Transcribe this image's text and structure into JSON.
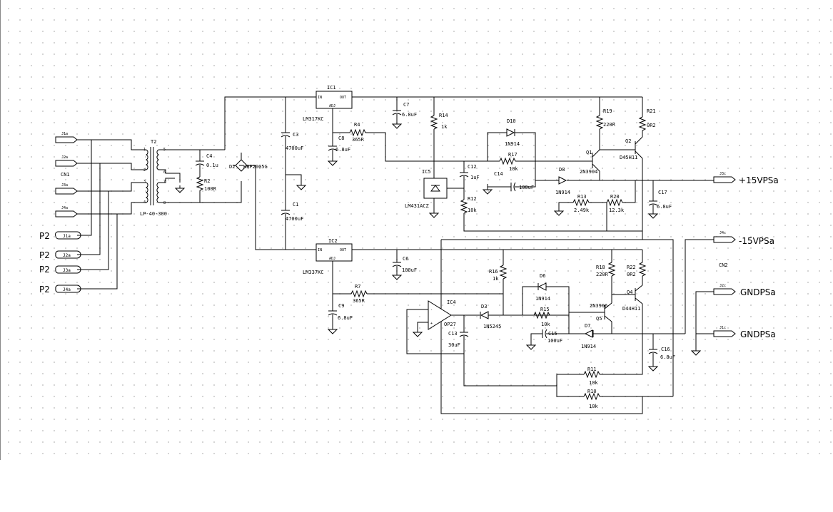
{
  "connectors_left": {
    "cn_label": "CN1",
    "pins": [
      "J1a",
      "J2a",
      "J3a",
      "J4a"
    ],
    "p2_labels": [
      "P2",
      "P2",
      "P2",
      "P2"
    ],
    "p2_pins": [
      "J1a",
      "J2a",
      "J3a",
      "J4a"
    ]
  },
  "transformer": {
    "ref": "T2",
    "value": "LP-40-300",
    "pins": [
      "1",
      "2",
      "3",
      "4",
      "5",
      "6",
      "7",
      "8"
    ]
  },
  "bridge": {
    "ref": "D2",
    "value": "KBP2005G"
  },
  "parts": {
    "C4": "C4",
    "C4_val": "0.1u",
    "R2": "R2",
    "R2_val": "100R",
    "C3": "C3",
    "C3_val": "4700uF",
    "C1": "C1",
    "C1_val": "4700uF",
    "IC1": "IC1",
    "IC1_val": "LM317KC",
    "IC2": "IC2",
    "IC2_val": "LM337KC",
    "IC_in": "IN",
    "IC_out": "OUT",
    "IC_adj": "ADJ",
    "C7": "C7",
    "C7_val": "6.8uF",
    "C8": "C8",
    "C8_val": "6.8uF",
    "R4": "R4",
    "R4_val": "365R",
    "R14": "R14",
    "R14_val": "1k",
    "IC5": "IC5",
    "IC5_val": "LM431ACZ",
    "C12": "C12",
    "C12_val": "1uF",
    "R12": "R12",
    "R12_val": "10k",
    "D10": "D10",
    "D10_val": "1N914",
    "R17": "R17",
    "R17_val": "10k",
    "C14": "C14",
    "C14_val": "100uF",
    "D8": "D8",
    "D8_val": "1N914",
    "R19": "R19",
    "R19_val": "220R",
    "Q1": "Q1",
    "Q1_val": "2N3904",
    "R21": "R21",
    "R21_val": "0R2",
    "Q2": "Q2",
    "Q2_val": "D45H11",
    "R13": "R13",
    "R13_val": "2.49k",
    "R20": "R20",
    "R20_val": "12.3k",
    "C17": "C17",
    "C17_val": "6.8uF",
    "C6": "C6",
    "C6_val": "100uF",
    "R7": "R7",
    "R7_val": "365R",
    "C9": "C9",
    "C9_val": "6.8uF",
    "R16": "R16",
    "R16_val": "1k",
    "D6": "D6",
    "D6_val": "1N914",
    "R15": "R15",
    "R15_val": "10k",
    "C15": "C15",
    "C15_val": "100uF",
    "D7": "D7",
    "D7_val": "1N914",
    "IC4": "IC4",
    "IC4_val": "OP27",
    "D3": "D3",
    "D3_val": "1N5245",
    "C13": "C13",
    "C13_val": "30uF",
    "R18": "R18",
    "R18_val": "220R",
    "Q5": "Q5",
    "Q5_val": "2N3906",
    "R22": "R22",
    "R22_val": "0R2",
    "Q4": "Q4",
    "Q4_val": "D44H11",
    "C16": "C16",
    "C16_val": "6.8uF",
    "R11": "R11",
    "R11_val": "10k",
    "R10": "R10",
    "R10_val": "10k"
  },
  "outputs": {
    "cn_label": "CN2",
    "items": [
      {
        "pin": "J3c",
        "label": "+15VPSa"
      },
      {
        "pin": "J4c",
        "label": "-15VPSa"
      },
      {
        "pin": "J2c",
        "label": "GNDPSa"
      },
      {
        "pin": "J1c",
        "label": "GNDPSa"
      }
    ]
  }
}
